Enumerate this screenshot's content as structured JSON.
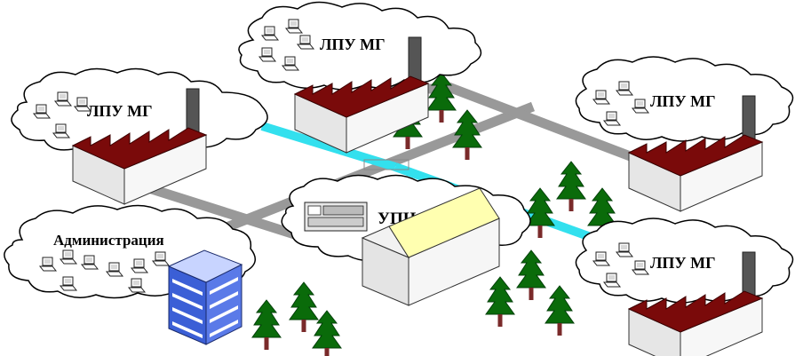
{
  "labels": {
    "lpu_top": "ЛПУ МГ",
    "lpu_left": "ЛПУ МГ",
    "lpu_right_top": "ЛПУ МГ",
    "lpu_right_bottom": "ЛПУ МГ",
    "upc": "УПЦ",
    "administration": "Администрация"
  },
  "colors": {
    "factory_roof": "#7a0a0a",
    "factory_wall": "#f2f2f2",
    "chimney": "#555555",
    "road": "#999999",
    "link": "#33e0ee",
    "tree": "#0a6b0a",
    "trunk": "#7a2a2a",
    "upc_roof": "#ffffb0",
    "admin_blue": "#3b5fd6"
  },
  "icons": [
    "cloud-icon",
    "computer-icon",
    "factory-icon",
    "tree-icon",
    "building-icon",
    "server-rack-icon"
  ]
}
